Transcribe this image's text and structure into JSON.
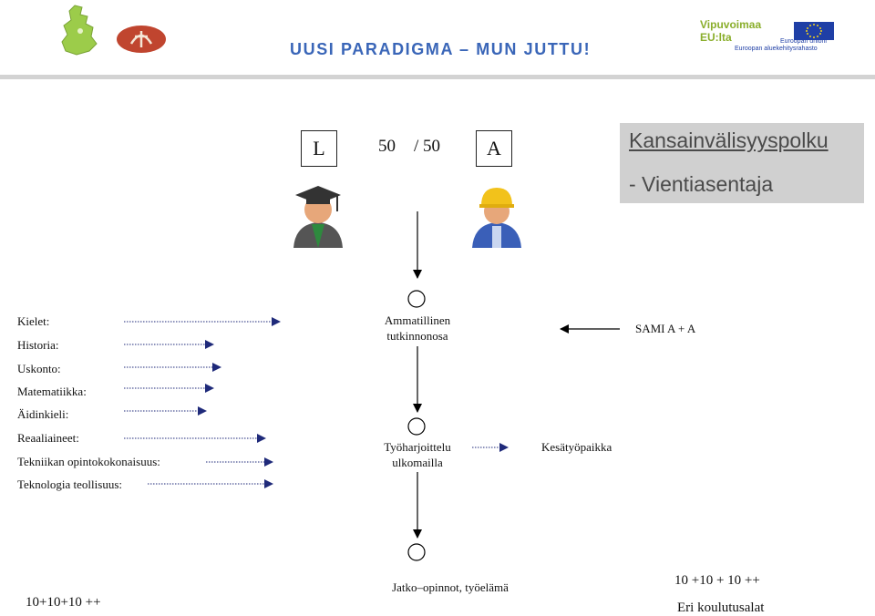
{
  "header": {
    "title": "UUSI PARADIGMA – MUN JUTTU!",
    "logo_right_text": "Vipuvoimaa EU:lta",
    "eu_text_1": "Euroopan unioni",
    "eu_text_2": "Euroopan aluekehitysrahasto"
  },
  "top": {
    "left_box": "L",
    "ratio_left": "50",
    "ratio_sep": "/ 50",
    "right_box": "A"
  },
  "panel": {
    "line1": "Kansainvälisyyspolku",
    "line2": "- Vientiasentaja"
  },
  "subjects": [
    "Kielet:",
    "Historia:",
    "Uskonto:",
    "Matematiikka:",
    "Äidinkieli:",
    "Reaaliaineet:",
    "Tekniikan opintokokonaisuus:",
    "Teknologia teollisuus:"
  ],
  "flow": {
    "node1": [
      "Ammatillinen",
      "tutkinnonosa"
    ],
    "node2": [
      "Työharjoittelu",
      "ulkomailla"
    ],
    "node3": "Jatko–opinnot, työelämä",
    "sami": "SAMI A + A",
    "kesatyo": "Kesätyöpaikka"
  },
  "bottom": {
    "left": "10+10+10 ++",
    "right1": "10 +10 + 10 ++",
    "right2": "Eri koulutusalat"
  },
  "colors": {
    "title_blue": "#3a66b8",
    "arrow_navy": "#1f2a7a",
    "eu_blue": "#1f3fa6",
    "eu_star": "#f3d21b",
    "panel_gray": "#d0d0d0"
  }
}
